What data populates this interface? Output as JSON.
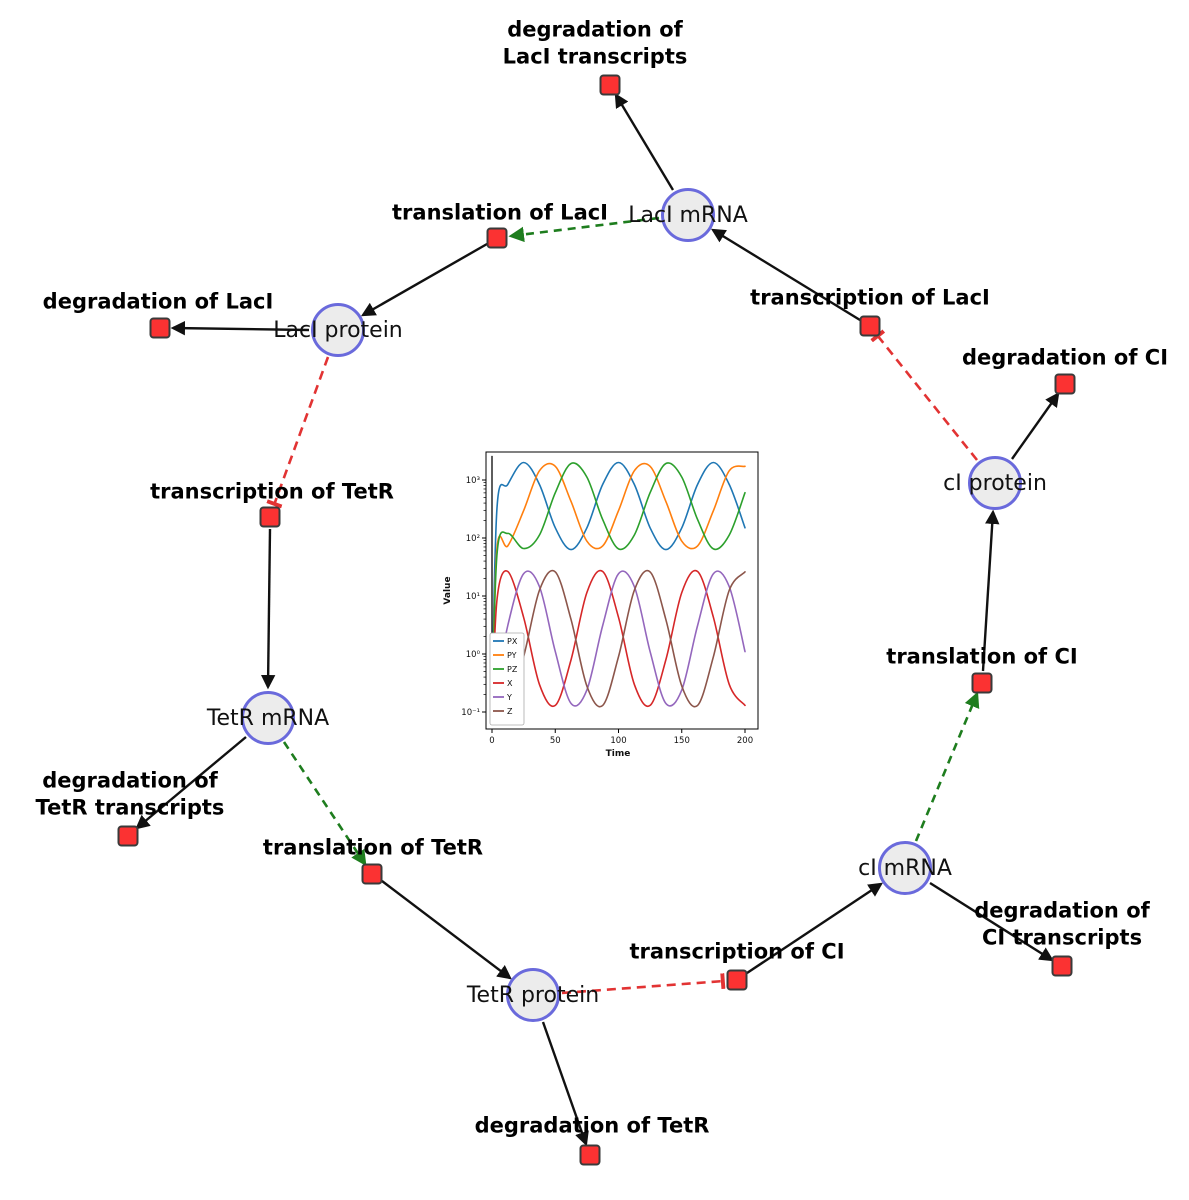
{
  "diagram": {
    "species": [
      {
        "label": "LacI mRNA"
      },
      {
        "label": "LacI protein"
      },
      {
        "label": "TetR mRNA"
      },
      {
        "label": "TetR protein"
      },
      {
        "label": "cI mRNA"
      },
      {
        "label": "cI protein"
      }
    ],
    "reactions": [
      {
        "label": "degradation of LacI transcripts"
      },
      {
        "label": "translation of LacI"
      },
      {
        "label": "transcription of LacI"
      },
      {
        "label": "degradation of LacI"
      },
      {
        "label": "degradation of CI"
      },
      {
        "label": "transcription of TetR"
      },
      {
        "label": "translation of CI"
      },
      {
        "label": "degradation of TetR transcripts"
      },
      {
        "label": "translation of TetR"
      },
      {
        "label": "degradation of CI transcripts"
      },
      {
        "label": "transcription of CI"
      },
      {
        "label": "degradation of TetR"
      }
    ],
    "edges": [
      {
        "from": "LacI mRNA",
        "to": "degradation of LacI transcripts",
        "type": "consumption"
      },
      {
        "from": "LacI mRNA",
        "to": "translation of LacI",
        "type": "modifier"
      },
      {
        "from": "translation of LacI",
        "to": "LacI protein",
        "type": "production"
      },
      {
        "from": "transcription of LacI",
        "to": "LacI mRNA",
        "type": "production"
      },
      {
        "from": "LacI protein",
        "to": "degradation of LacI",
        "type": "consumption"
      },
      {
        "from": "LacI protein",
        "to": "transcription of TetR",
        "type": "inhibition"
      },
      {
        "from": "transcription of TetR",
        "to": "TetR mRNA",
        "type": "production"
      },
      {
        "from": "TetR mRNA",
        "to": "degradation of TetR transcripts",
        "type": "consumption"
      },
      {
        "from": "TetR mRNA",
        "to": "translation of TetR",
        "type": "modifier"
      },
      {
        "from": "translation of TetR",
        "to": "TetR protein",
        "type": "production"
      },
      {
        "from": "TetR protein",
        "to": "degradation of TetR",
        "type": "consumption"
      },
      {
        "from": "TetR protein",
        "to": "transcription of CI",
        "type": "inhibition"
      },
      {
        "from": "transcription of CI",
        "to": "cI mRNA",
        "type": "production"
      },
      {
        "from": "cI mRNA",
        "to": "degradation of CI transcripts",
        "type": "consumption"
      },
      {
        "from": "cI mRNA",
        "to": "translation of CI",
        "type": "modifier"
      },
      {
        "from": "translation of CI",
        "to": "cI protein",
        "type": "production"
      },
      {
        "from": "cI protein",
        "to": "degradation of CI",
        "type": "consumption"
      },
      {
        "from": "cI protein",
        "to": "transcription of LacI",
        "type": "inhibition"
      }
    ],
    "colors": {
      "species_fill": "#ececec",
      "species_stroke": "#6a6adc",
      "reaction_fill": "#fb3232",
      "reaction_stroke": "#3a3a3a",
      "edge_black": "#111111",
      "edge_modifier_green": "#1e7d1e",
      "edge_inhibition_red": "#e23333"
    }
  },
  "chart_data": {
    "type": "line",
    "title": "",
    "xlabel": "Time",
    "ylabel": "Value",
    "yscale": "log",
    "xlim": [
      0,
      200
    ],
    "ylim": [
      0.1,
      1000
    ],
    "grid": false,
    "legend_position": "lower left",
    "x_ticks": [
      0,
      50,
      100,
      150,
      200
    ],
    "y_ticks": [
      {
        "label": "10⁻¹",
        "value": 0.1
      },
      {
        "label": "10⁰",
        "value": 1
      },
      {
        "label": "10¹",
        "value": 10
      },
      {
        "label": "10²",
        "value": 100
      },
      {
        "label": "10³",
        "value": 1000
      }
    ],
    "init_spike": {
      "t": 0,
      "from": 0.07,
      "to": 2600
    },
    "series": [
      {
        "name": "PX",
        "color": "#1f77b4",
        "points": [
          [
            0,
            0.15
          ],
          [
            4,
            350
          ],
          [
            12.5,
            840
          ],
          [
            25,
            2000
          ],
          [
            37.5,
            840
          ],
          [
            50,
            150
          ],
          [
            62.5,
            63
          ],
          [
            75,
            150
          ],
          [
            87.5,
            840
          ],
          [
            100,
            2000
          ],
          [
            112.5,
            840
          ],
          [
            125,
            150
          ],
          [
            137.5,
            63
          ],
          [
            150,
            150
          ],
          [
            162.5,
            840
          ],
          [
            175,
            2000
          ],
          [
            187.5,
            840
          ],
          [
            200,
            150
          ]
        ]
      },
      {
        "name": "PY",
        "color": "#ff7f0e",
        "points": [
          [
            0,
            0.12
          ],
          [
            4,
            70
          ],
          [
            12.5,
            73
          ],
          [
            25,
            296
          ],
          [
            37.5,
            1440
          ],
          [
            50,
            1720
          ],
          [
            62.5,
            425
          ],
          [
            75,
            88
          ],
          [
            87.5,
            73
          ],
          [
            100,
            296
          ],
          [
            112.5,
            1440
          ],
          [
            125,
            1720
          ],
          [
            137.5,
            425
          ],
          [
            150,
            88
          ],
          [
            162.5,
            73
          ],
          [
            175,
            296
          ],
          [
            187.5,
            1440
          ],
          [
            200,
            1720
          ]
        ]
      },
      {
        "name": "PZ",
        "color": "#2ca02c",
        "points": [
          [
            0,
            0.1
          ],
          [
            4,
            55
          ],
          [
            12.5,
            120
          ],
          [
            25,
            66
          ],
          [
            37.5,
            112
          ],
          [
            50,
            605
          ],
          [
            62.5,
            1925
          ],
          [
            75,
            1122
          ],
          [
            87.5,
            208
          ],
          [
            100,
            65
          ],
          [
            112.5,
            112
          ],
          [
            125,
            605
          ],
          [
            137.5,
            1925
          ],
          [
            150,
            1122
          ],
          [
            162.5,
            208
          ],
          [
            175,
            65
          ],
          [
            187.5,
            112
          ],
          [
            200,
            605
          ]
        ]
      },
      {
        "name": "X",
        "color": "#d62728",
        "points": [
          [
            0,
            0.1
          ],
          [
            4,
            9
          ],
          [
            12.5,
            26.5
          ],
          [
            25,
            4.3
          ],
          [
            37.5,
            0.3
          ],
          [
            50,
            0.13
          ],
          [
            62.5,
            0.8
          ],
          [
            75,
            11.5
          ],
          [
            87.5,
            26.5
          ],
          [
            100,
            4.3
          ],
          [
            112.5,
            0.3
          ],
          [
            125,
            0.13
          ],
          [
            137.5,
            0.8
          ],
          [
            150,
            11.5
          ],
          [
            162.5,
            26.5
          ],
          [
            175,
            4.3
          ],
          [
            187.5,
            0.3
          ],
          [
            200,
            0.13
          ]
        ]
      },
      {
        "name": "Y",
        "color": "#9467bd",
        "points": [
          [
            0,
            0.1
          ],
          [
            4,
            0.3
          ],
          [
            12.5,
            3.1
          ],
          [
            25,
            24.2
          ],
          [
            37.5,
            14.6
          ],
          [
            50,
            1.1
          ],
          [
            62.5,
            0.14
          ],
          [
            75,
            0.24
          ],
          [
            87.5,
            3.1
          ],
          [
            100,
            24.2
          ],
          [
            112.5,
            14.6
          ],
          [
            125,
            1.1
          ],
          [
            137.5,
            0.14
          ],
          [
            150,
            0.24
          ],
          [
            162.5,
            3.1
          ],
          [
            175,
            24.2
          ],
          [
            187.5,
            14.6
          ],
          [
            200,
            1.1
          ]
        ]
      },
      {
        "name": "Z",
        "color": "#8c564b",
        "points": [
          [
            0,
            0.1
          ],
          [
            4,
            0.25
          ],
          [
            12.5,
            0.13
          ],
          [
            25,
            0.9
          ],
          [
            37.5,
            12.5
          ],
          [
            50,
            26
          ],
          [
            62.5,
            3.9
          ],
          [
            75,
            0.28
          ],
          [
            87.5,
            0.13
          ],
          [
            100,
            0.9
          ],
          [
            112.5,
            12.5
          ],
          [
            125,
            26
          ],
          [
            137.5,
            3.9
          ],
          [
            150,
            0.28
          ],
          [
            162.5,
            0.13
          ],
          [
            175,
            0.9
          ],
          [
            187.5,
            12.5
          ],
          [
            200,
            26
          ]
        ]
      }
    ]
  }
}
